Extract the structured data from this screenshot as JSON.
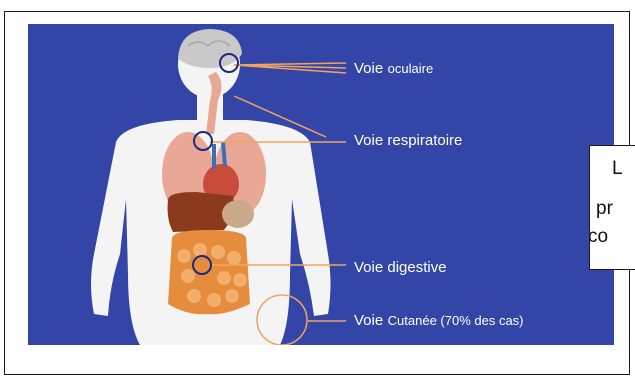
{
  "diagram": {
    "routes": [
      {
        "id": "oculaire",
        "main": "Voie",
        "sub": "oculaire"
      },
      {
        "id": "respiratoire",
        "main": "Voie respiratoire",
        "sub": ""
      },
      {
        "id": "digestive",
        "main": "Voie digestive",
        "sub": ""
      },
      {
        "id": "cutanee",
        "main": "Voie",
        "sub": "Cutanée  (70% des cas)"
      }
    ],
    "callout_fragments": [
      "L",
      "pr",
      "co"
    ],
    "colors": {
      "background": "#3346a8",
      "body": "#f4f4f4",
      "leader_line": "#f2a35e",
      "marker_circle": "#1c2a80",
      "brain": "#c9c9c9",
      "lungs": "#e9a896",
      "liver": "#8b3a1d",
      "intestine": "#e58d3c"
    }
  }
}
